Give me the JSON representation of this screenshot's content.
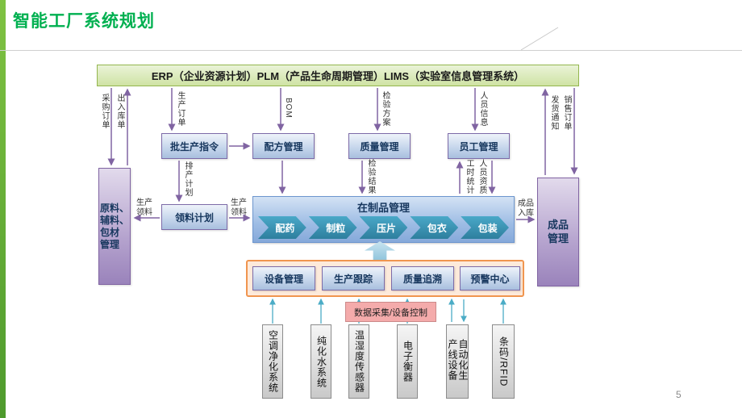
{
  "slide": {
    "title": "智能工厂系统规划",
    "page_number": "5"
  },
  "erp_bar": {
    "label": "ERP（企业资源计划）PLM（产品生命周期管理）LIMS（实验室信息管理系统）"
  },
  "labels": {
    "purchase_order": "采购订单",
    "warehouse_in_out": "出入库单",
    "production_order": "生产订单",
    "bom": "BOM",
    "inspection_plan": "检验方案",
    "personnel_info": "人员信息",
    "shipping_notice": "发货通知",
    "sales_order": "销售订单",
    "scheduling_plan": "排产计划",
    "inspection_result": "检验结果",
    "work_hour_stats": "工时统计",
    "personnel_qualification": "人员资质",
    "production_picking_left": "生产领料",
    "production_picking_right": "生产领料",
    "finished_goods_inbound": "成品入库",
    "data_collection": "数据采集/设备控制"
  },
  "boxes": {
    "batch_production_order": "批生产指令",
    "recipe_management": "配方管理",
    "quality_management": "质量管理",
    "employee_management": "员工管理",
    "material_management": "原料、\n辅料、\n包材\n管理",
    "picking_plan": "领料计划",
    "wip_management": "在制品管理",
    "finished_goods_management": "成品\n管理"
  },
  "wip_steps": [
    "配药",
    "制粒",
    "压片",
    "包衣",
    "包装"
  ],
  "mes_modules": [
    "设备管理",
    "生产跟踪",
    "质量追溯",
    "预警中心"
  ],
  "equipment": [
    "空调净化系统",
    "纯化水系统",
    "温湿度传感器",
    "电子衡器",
    "自动化生产线设备",
    "条码/RFID"
  ],
  "colors": {
    "accent_green": "#00B050",
    "arrow_purple": "#8064A2",
    "arrow_blue": "#4BACC6",
    "orange_border": "#F0954F"
  }
}
